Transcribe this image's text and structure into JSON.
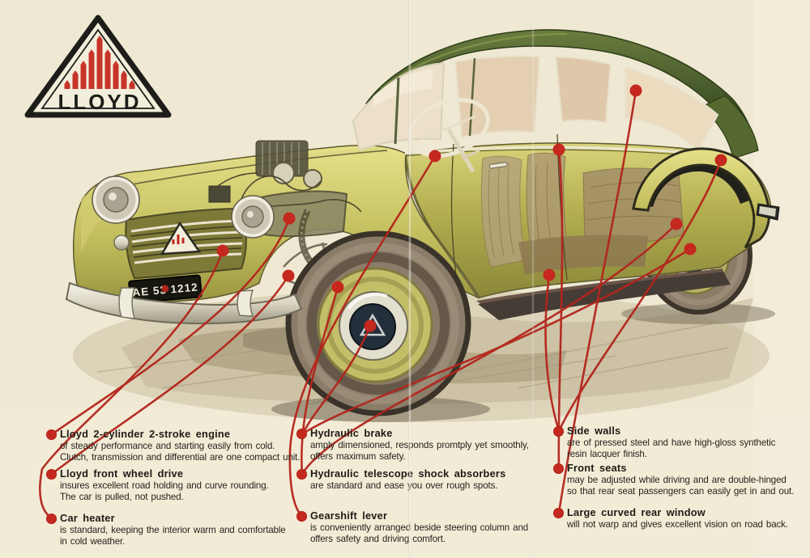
{
  "brand": {
    "name": "LLOYD"
  },
  "car": {
    "license_plate": "AE 53 1212"
  },
  "palette": {
    "accent_red": "#bf271d",
    "paper": "#efe9d3",
    "roof_green": "#46592a",
    "body_olive": "#b3ae4f"
  },
  "callouts": {
    "left": [
      {
        "title": "Lloyd 2-cylinder 2-stroke engine",
        "body": "of steady performance and starting easily from cold.\nClutch, transmission and differential are one compact unit."
      },
      {
        "title": "Lloyd front wheel drive",
        "body": "insures excellent road holding and curve rounding.\nThe car is pulled, not pushed."
      },
      {
        "title": "Car heater",
        "body": "is standard, keeping the interior warm and comfortable\nin cold weather."
      }
    ],
    "middle": [
      {
        "title": "Hydraulic brake",
        "body": "amply dimensioned, responds promtply yet smoothly,\noffers maximum safety."
      },
      {
        "title": "Hydraulic telescope shock absorbers",
        "body": "are standard and ease you over rough spots."
      },
      {
        "title": "Gearshift lever",
        "body": "is conveniently arranged beside steering column and\noffers safety and driving comfort."
      }
    ],
    "right": [
      {
        "title": "Side walls",
        "body": "are of pressed steel and have high-gloss synthetic\nresin lacquer finish."
      },
      {
        "title": "Front seats",
        "body": "may be adjusted while driving and are double-hinged\nso that rear seat passengers can easily get in and out."
      },
      {
        "title": "Large curved rear window",
        "body": "will not warp and gives excellent vision on road back."
      }
    ]
  }
}
